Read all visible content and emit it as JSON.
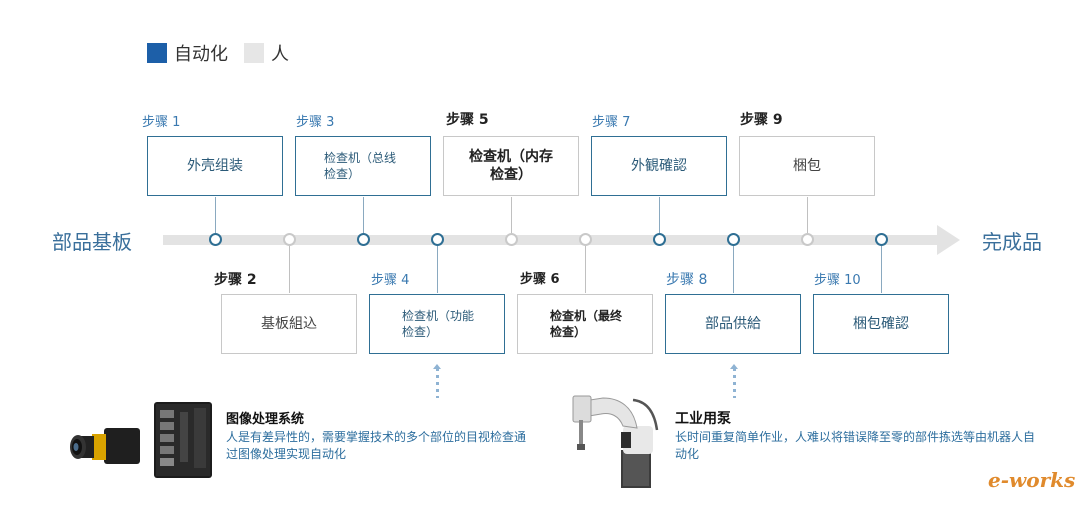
{
  "legend": {
    "automation": {
      "label": "自动化",
      "color": "#1d5fa8"
    },
    "human": {
      "label": "人",
      "color": "#e6e6e6"
    }
  },
  "start_label": "部品基板",
  "end_label": "完成品",
  "steps": {
    "s1": {
      "label": "步骤 1",
      "text": "外壳组装",
      "type": "automation"
    },
    "s2": {
      "label": "步骤 2",
      "text": "基板組込",
      "type": "human"
    },
    "s3": {
      "label": "步骤 3",
      "text": "检查机（总线检查）",
      "type": "automation"
    },
    "s4": {
      "label": "步骤 4",
      "text": "检查机（功能检查）",
      "type": "automation"
    },
    "s5": {
      "label": "步骤 5",
      "text": "检查机（内存检查）",
      "type": "human"
    },
    "s6": {
      "label": "步骤 6",
      "text": "检查机（最终检查）",
      "type": "human"
    },
    "s7": {
      "label": "步骤 7",
      "text": "外観確認",
      "type": "automation"
    },
    "s8": {
      "label": "步骤 8",
      "text": "部品供給",
      "type": "automation"
    },
    "s9": {
      "label": "步骤 9",
      "text": "梱包",
      "type": "human"
    },
    "s10": {
      "label": "步骤 10",
      "text": "梱包確認",
      "type": "automation"
    }
  },
  "info": {
    "vision": {
      "title": "图像处理系统",
      "desc": "人是有差异性的，需要掌握技术的多个部位的目视检查通过图像处理实现自动化"
    },
    "robot": {
      "title": "工业用泵",
      "desc": "长时间重复简单作业，人难以将错误降至零的部件拣选等由机器人自动化"
    }
  },
  "watermark": "e-works"
}
